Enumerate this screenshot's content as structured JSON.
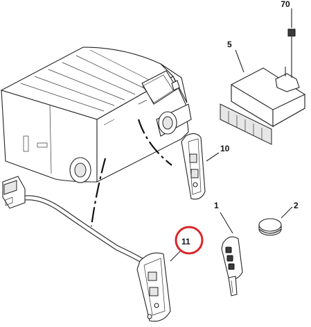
{
  "labels": {
    "relay_bracket": "70",
    "control_unit": "5",
    "door_switch_upper": "10",
    "key": "1",
    "battery": "2",
    "door_switch_lower": "11"
  },
  "colors": {
    "highlight_circle": "#d9262b",
    "line": "#222222"
  }
}
